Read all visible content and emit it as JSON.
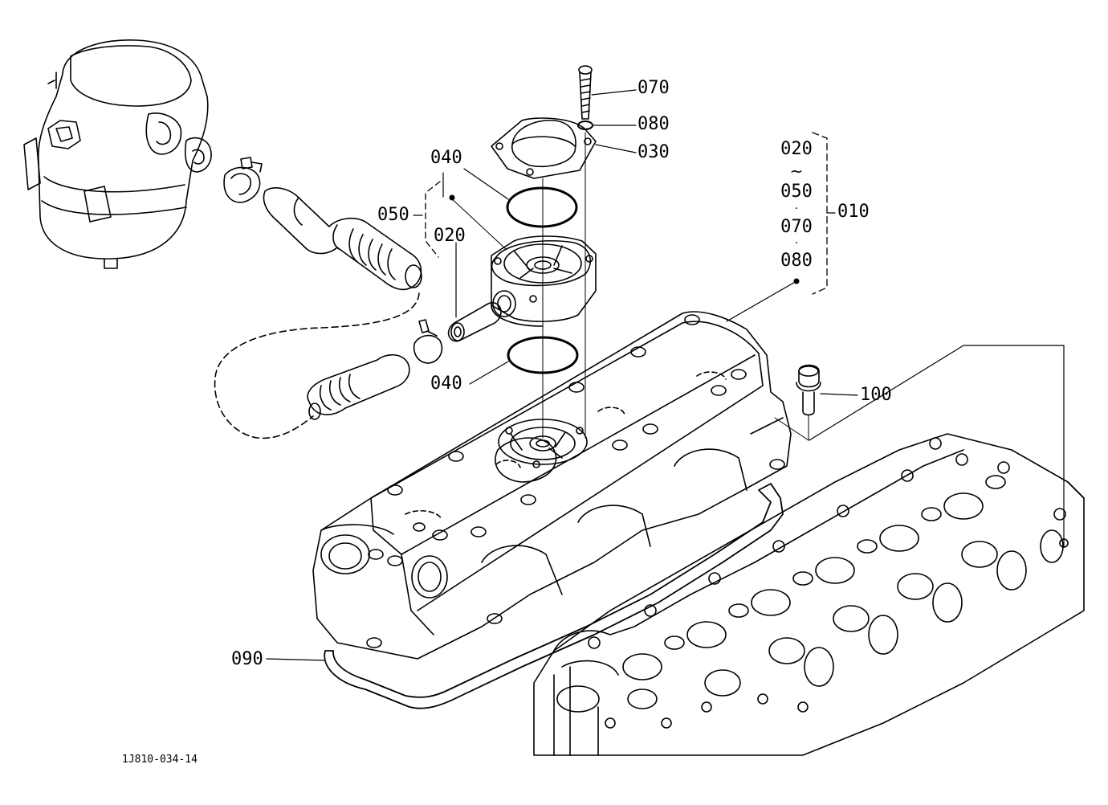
{
  "labels": {
    "p070": "070",
    "p080": "080",
    "p030": "030",
    "p040_top": "040",
    "p040_bottom": "040",
    "p050": "050",
    "p020": "020",
    "p100": "100",
    "p090": "090",
    "p010": "010"
  },
  "group": {
    "items": [
      "020",
      "050",
      "070",
      "080"
    ],
    "range_mark": "~",
    "separator": "·"
  },
  "reference_code": "1J810-034-14"
}
